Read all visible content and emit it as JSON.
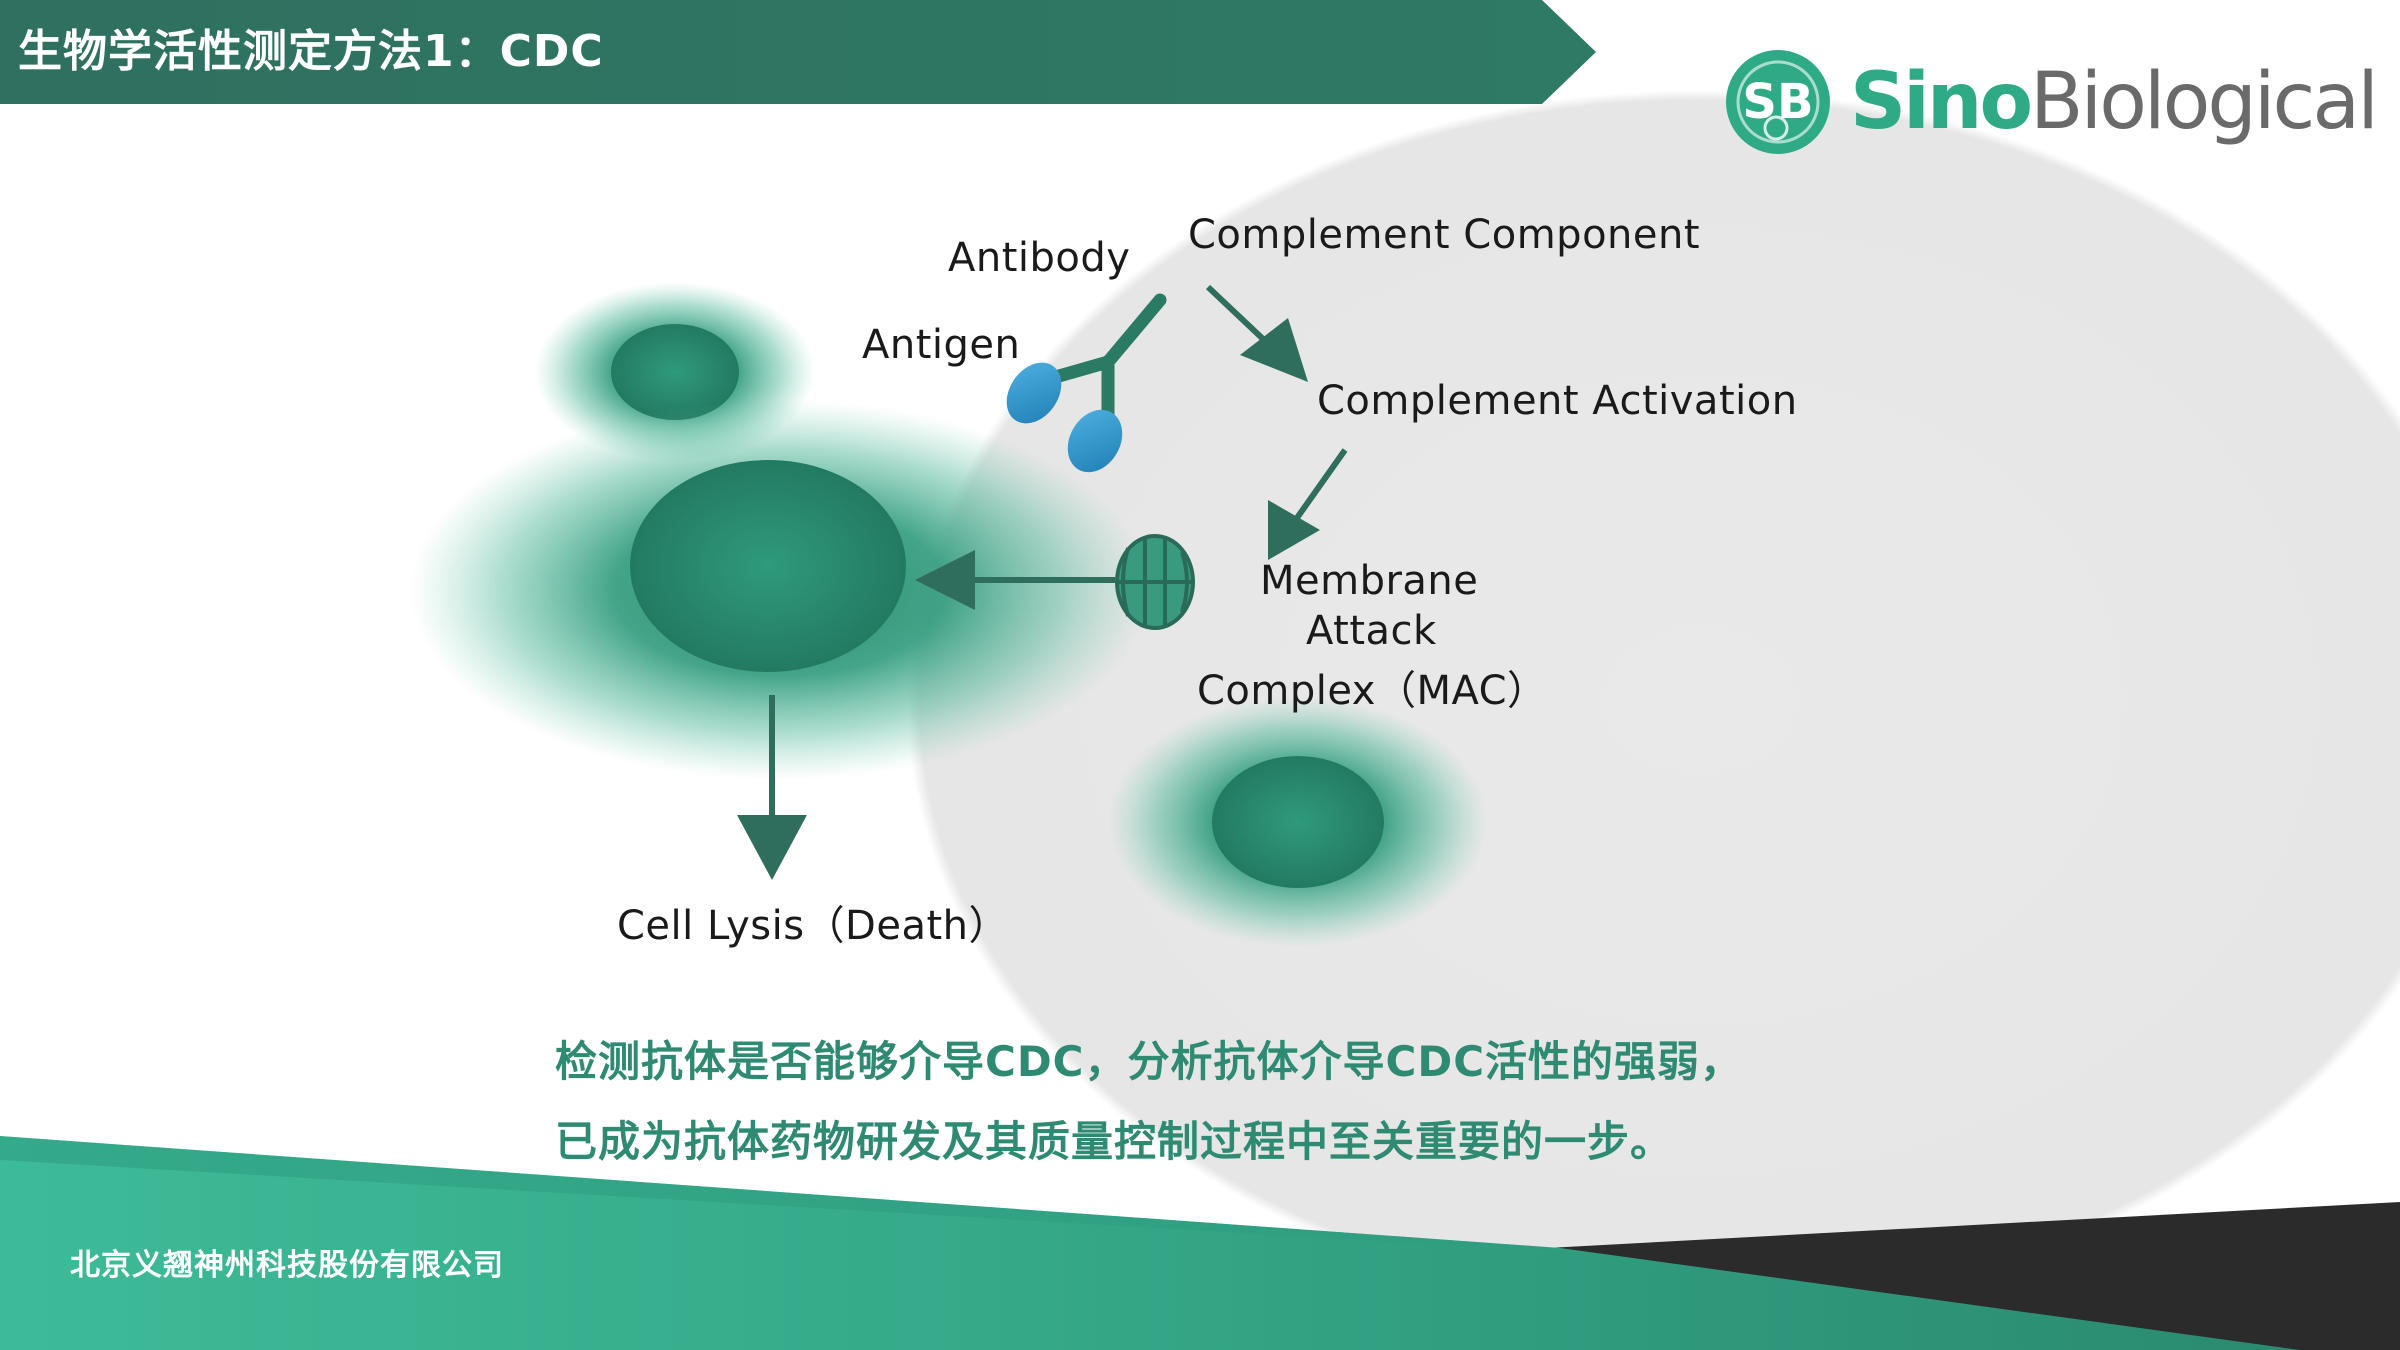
{
  "header": {
    "title": "生物学活性测定方法1：CDC"
  },
  "logo": {
    "badge": "SB",
    "name_part1": "Sino",
    "name_part2": "Biological"
  },
  "diagram": {
    "labels": {
      "antibody": "Antibody",
      "antigen": "Antigen",
      "complement_component": "Complement Component",
      "complement_activation": "Complement Activation",
      "mac_line1": "Membrane",
      "mac_line2": "Attack",
      "mac_line3": "Complex（MAC）",
      "cell_lysis": "Cell Lysis（Death）"
    }
  },
  "caption": {
    "line1": "检测抗体是否能够介导CDC，分析抗体介导CDC活性的强弱，",
    "line2": "已成为抗体药物研发及其质量控制过程中至关重要的一步。"
  },
  "footer": {
    "company": "北京义翘神州科技股份有限公司"
  },
  "colors": {
    "primary_green": "#2f7a65",
    "accent_green": "#2faa86",
    "cell_green": "#2a8a6e",
    "footer_green": "#3dbb98",
    "dark": "#2b2b2b"
  }
}
